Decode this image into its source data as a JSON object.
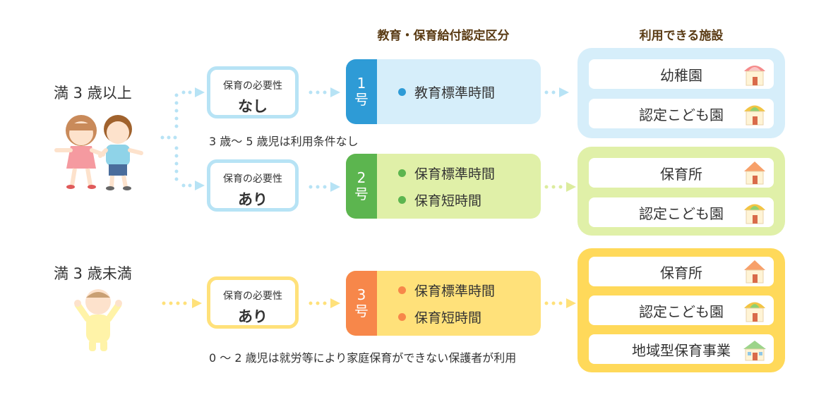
{
  "headings": {
    "certification": "教育・保育給付認定区分",
    "facilities": "利用できる施設"
  },
  "groups": {
    "over3": {
      "label": "満 3 歳以上"
    },
    "under3": {
      "label": "満 3 歳未満"
    }
  },
  "needs": [
    {
      "title": "保育の必要性",
      "value": "なし"
    },
    {
      "title": "保育の必要性",
      "value": "あり"
    },
    {
      "title": "保育の必要性",
      "value": "あり"
    }
  ],
  "notes": {
    "age3to5": "3 歳～ 5 歳児は利用条件なし",
    "age0to2": "0 ～ 2 歳児は就労等により家庭保育ができない保護者が利用"
  },
  "certifications": [
    {
      "number": "1",
      "suffix": "号",
      "items": [
        "教育標準時間"
      ]
    },
    {
      "number": "2",
      "suffix": "号",
      "items": [
        "保育標準時間",
        "保育短時間"
      ]
    },
    {
      "number": "3",
      "suffix": "号",
      "items": [
        "保育標準時間",
        "保育短時間"
      ]
    }
  ],
  "facilities": [
    [
      "幼稚園",
      "認定こども園"
    ],
    [
      "保育所",
      "認定こども園"
    ],
    [
      "保育所",
      "認定こども園",
      "地域型保育事業"
    ]
  ],
  "colors": {
    "blue_light": "#d6eefa",
    "blue_border": "#b3e0f5",
    "blue_badge": "#2e9bd6",
    "green_light": "#e0f0a8",
    "green_badge": "#5cb54f",
    "yellow_light": "#ffe17a",
    "yellow_border": "#ffd95a",
    "orange_badge": "#f7874a",
    "blue_dot": "#2e9bd6",
    "green_dot": "#5cb54f",
    "orange_dot": "#f7874a"
  }
}
